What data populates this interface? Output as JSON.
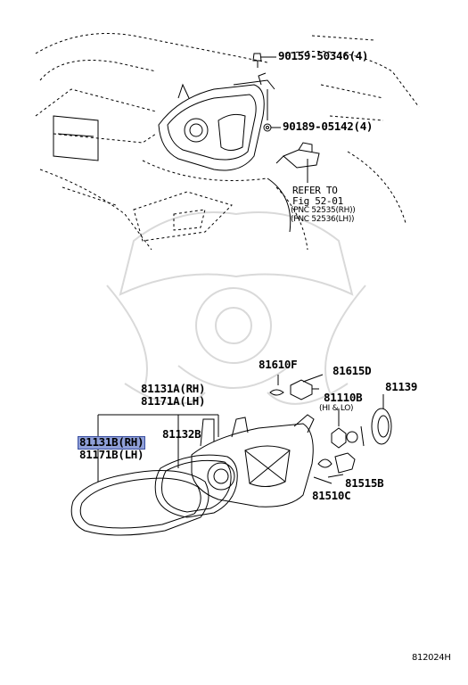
{
  "colors": {
    "line": "#000000",
    "watermark": "#d9d9d9",
    "highlight": "#8f9fd8",
    "highlight_border": "#3a4fa0"
  },
  "labels": {
    "clip_top": "90159-50346(4)",
    "nut": "90189-05142(4)",
    "refer_1": "REFER TO",
    "refer_2": "Fig 52-01",
    "refer_3": "(PNC 52535(RH))",
    "refer_4": "(PNC 52536(LH))",
    "p81610f": "81610F",
    "p81615d": "81615D",
    "p81131a_rh": "81131A(RH)",
    "p81171a_lh": "81171A(LH)",
    "p81110b": "81110B",
    "p81110b_note": "(HI & LO)",
    "p81139": "81139",
    "p81131b_rh": "81131B(RH)",
    "p81171b_lh": "81171B(LH)",
    "p81132b": "81132B",
    "p81515b": "81515B",
    "p81510c": "81510C",
    "figure_id": "812024H"
  }
}
